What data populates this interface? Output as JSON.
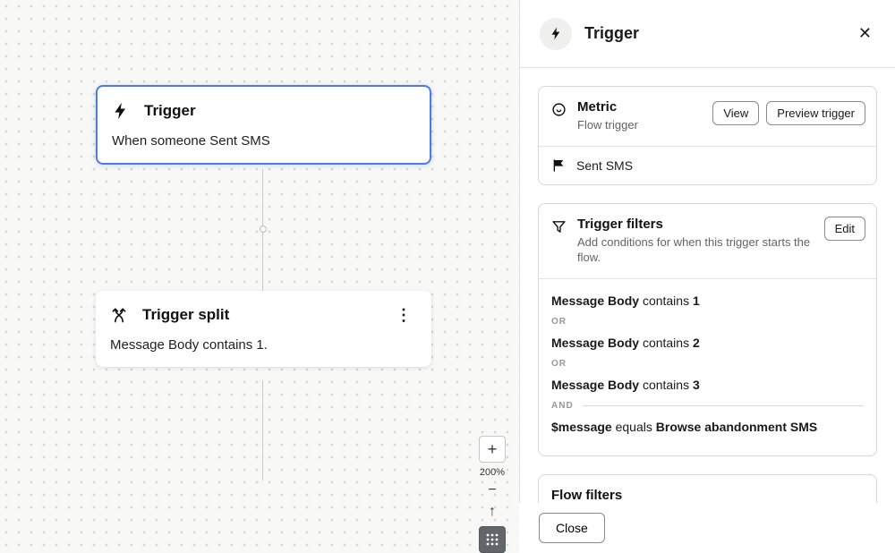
{
  "canvas": {
    "trigger_node": {
      "title": "Trigger",
      "description": "When someone Sent SMS"
    },
    "split_node": {
      "title": "Trigger split",
      "description": "Message Body contains 1."
    },
    "zoom_controls": {
      "zoom_in": "+",
      "zoom_level": "200%",
      "zoom_out": "−",
      "fit_arrow": "↑"
    }
  },
  "panel": {
    "header": {
      "title": "Trigger",
      "close_icon": "✕"
    },
    "metric_card": {
      "title": "Metric",
      "subtitle": "Flow trigger",
      "view_button": "View",
      "preview_button": "Preview trigger",
      "metric_name": "Sent SMS"
    },
    "filters_card": {
      "title": "Trigger filters",
      "description": "Add conditions for when this trigger starts the flow.",
      "edit_button": "Edit",
      "conditions": {
        "c1": {
          "field": "Message Body",
          "op": "contains",
          "value": "1"
        },
        "j1": "OR",
        "c2": {
          "field": "Message Body",
          "op": "contains",
          "value": "2"
        },
        "j2": "OR",
        "c3": {
          "field": "Message Body",
          "op": "contains",
          "value": "3"
        },
        "j3": "AND",
        "c4": {
          "field": "$message",
          "op": "equals",
          "value": "Browse abandonment SMS"
        }
      }
    },
    "flow_filters_card": {
      "title": "Flow filters"
    },
    "close_button": "Close"
  },
  "icons": {
    "kebab": "⋮"
  }
}
